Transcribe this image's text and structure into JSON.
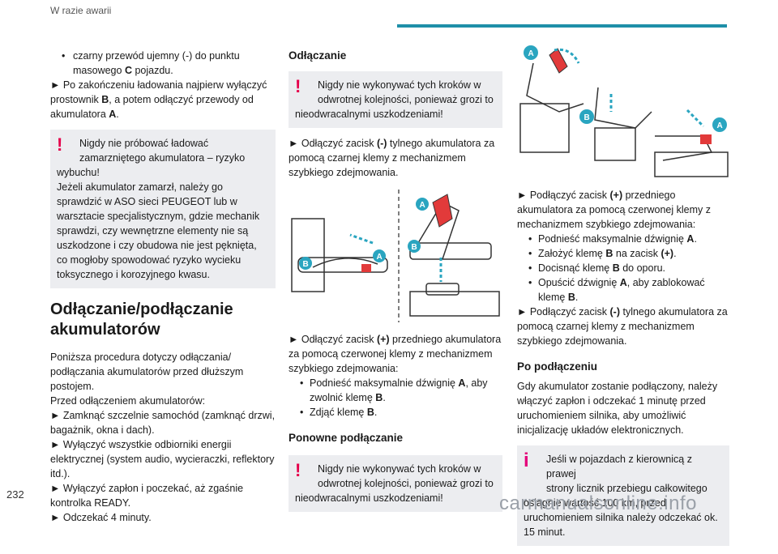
{
  "header": {
    "section": "W razie awarii",
    "page_number": "232"
  },
  "watermark": "carmanualsonline.info",
  "col1": {
    "b1": "czarny przewód ujemny (-) do punktu masowego ",
    "b1_bold": "C",
    "b1_end": " pojazdu.",
    "p1a": "► Po zakończeniu ładowania najpierw wyłączyć prostownik ",
    "p1b": "B",
    "p1c": ", a potem odłączyć przewody od akumulatora ",
    "p1d": "A",
    "p1e": ".",
    "warn1_line1": "Nigdy nie próbować ładować",
    "warn1_line2": "zamarzniętego akumulatora – ryzyko",
    "warn1_rest": "wybuchu!",
    "warn1_p2": "Jeżeli akumulator zamarzł, należy go sprawdzić w ASO sieci PEUGEOT lub w warsztacie specjalistycznym, gdzie mechanik sprawdzi, czy wewnętrzne elementy nie są uszkodzone i czy obudowa nie jest pęknięta, co mogłoby spowodować ryzyko wycieku toksycznego i korozyjnego kwasu.",
    "h2": "Odłączanie/podłączanie akumulatorów",
    "p2": "Poniższa procedura dotyczy odłączania/ podłączania akumulatorów przed dłuższym postojem.",
    "p3": "Przed odłączeniem akumulatorów:",
    "p4": "► Zamknąć szczelnie samochód (zamknąć drzwi, bagażnik, okna i dach).",
    "p5": "► Wyłączyć wszystkie odbiorniki energii elektrycznej (system audio, wycieraczki, reflektory itd.).",
    "p6": "► Wyłączyć zapłon i poczekać, aż zgaśnie kontrolka READY.",
    "p7": "► Odczekać 4 minuty."
  },
  "col2": {
    "h3a": "Odłączanie",
    "warn2_line1": "Nigdy nie wykonywać tych kroków w",
    "warn2_line2": "odwrotnej kolejności, ponieważ grozi to",
    "warn2_rest": "nieodwracalnymi uszkodzeniami!",
    "p1a": "► Odłączyć zacisk ",
    "p1b": "(-)",
    "p1c": " tylnego akumulatora za pomocą czarnej klemy z mechanizmem szybkiego zdejmowania.",
    "p2a": "► Odłączyć zacisk ",
    "p2b": "(+)",
    "p2c": " przedniego akumulatora za pomocą czerwonej klemy z mechanizmem szybkiego zdejmowania:",
    "s1a": "Podnieść maksymalnie dźwignię ",
    "s1b": "A",
    "s1c": ", aby zwolnić klemę ",
    "s1d": "B",
    "s1e": ".",
    "s2a": "Zdjąć klemę ",
    "s2b": "B",
    "s2c": ".",
    "h3b": "Ponowne podłączanie",
    "warn3_line1": "Nigdy nie wykonywać tych kroków w",
    "warn3_line2": "odwrotnej kolejności, ponieważ grozi to",
    "warn3_rest": "nieodwracalnymi uszkodzeniami!"
  },
  "col3": {
    "p1a": "► Podłączyć zacisk ",
    "p1b": "(+)",
    "p1c": " przedniego akumulatora za pomocą czerwonej klemy z mechanizmem szybkiego zdejmowania:",
    "s1a": "Podnieść maksymalnie dźwignię ",
    "s1b": "A",
    "s1c": ".",
    "s2a": "Założyć klemę ",
    "s2b": "B",
    "s2c": " na zacisk ",
    "s2d": "(+)",
    "s2e": ".",
    "s3a": "Docisnąć klemę ",
    "s3b": "B",
    "s3c": " do oporu.",
    "s4a": "Opuścić dźwignię ",
    "s4b": "A",
    "s4c": ", aby zablokować klemę ",
    "s4d": "B",
    "s4e": ".",
    "p2a": "► Podłączyć zacisk ",
    "p2b": "(-)",
    "p2c": " tylnego akumulatora za pomocą czarnej klemy z mechanizmem szybkiego zdejmowania.",
    "h3": "Po podłączeniu",
    "p3": "Gdy akumulator zostanie podłączony, należy włączyć zapłon i odczekać 1 minutę przed uruchomieniem silnika, aby umożliwić inicjalizację układów elektronicznych.",
    "info_line1": "Jeśli w pojazdach z kierownicą z prawej",
    "info_line2": "strony licznik przebiegu całkowitego",
    "info_rest": "osiągnie wartość 100 km, przed uruchomieniem silnika należy odczekać ok. 15 minut."
  },
  "figure_labels": {
    "A": "A",
    "B": "B"
  },
  "colors": {
    "accent": "#1e8fa8",
    "warning": "#e5004b",
    "info": "#e4007a",
    "box": "#ecedf0",
    "label_circle": "#2aa5c0"
  }
}
